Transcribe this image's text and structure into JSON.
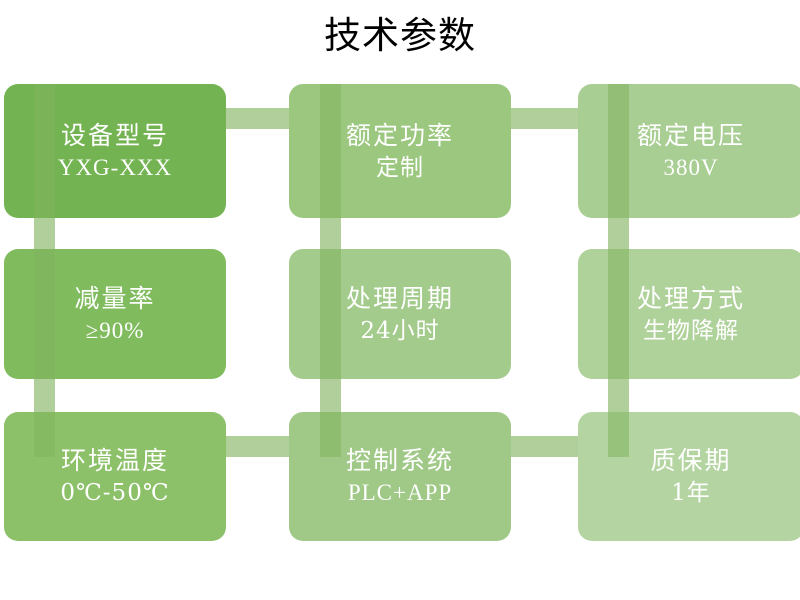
{
  "slide": {
    "title": "技术参数",
    "background": "#FFFFFF",
    "title_color": "#000000"
  },
  "palette": {
    "card_row_colors": [
      "#74B352",
      "#9BC77F",
      "#A9CE93"
    ],
    "connector_color": "#7FB25C",
    "text_color": "#FFFFFF"
  },
  "cards": [
    {
      "label": "设备型号",
      "value": "YXG-XXX",
      "color": "#74B352"
    },
    {
      "label": "额定功率",
      "value": "定制",
      "color": "#9BC77F"
    },
    {
      "label": "额定电压",
      "value": "380V",
      "color": "#A9CE93"
    },
    {
      "label": "减量率",
      "value": "≥90%",
      "color": "#80BB5E"
    },
    {
      "label": "处理周期",
      "value": "24小时",
      "color": "#A3CB8C"
    },
    {
      "label": "处理方式",
      "value": "生物降解",
      "color": "#AFD19A"
    },
    {
      "label": "环境温度",
      "value": "0℃-50℃",
      "color": "#8CC069"
    },
    {
      "label": "控制系统",
      "value": "PLC+APP",
      "color": "#A0C988"
    },
    {
      "label": "质保期",
      "value": "1年",
      "color": "#B4D5A2"
    }
  ],
  "connectors": {
    "vertical_count": 6,
    "horizontal_count": 4,
    "color": "#7FB25C"
  }
}
